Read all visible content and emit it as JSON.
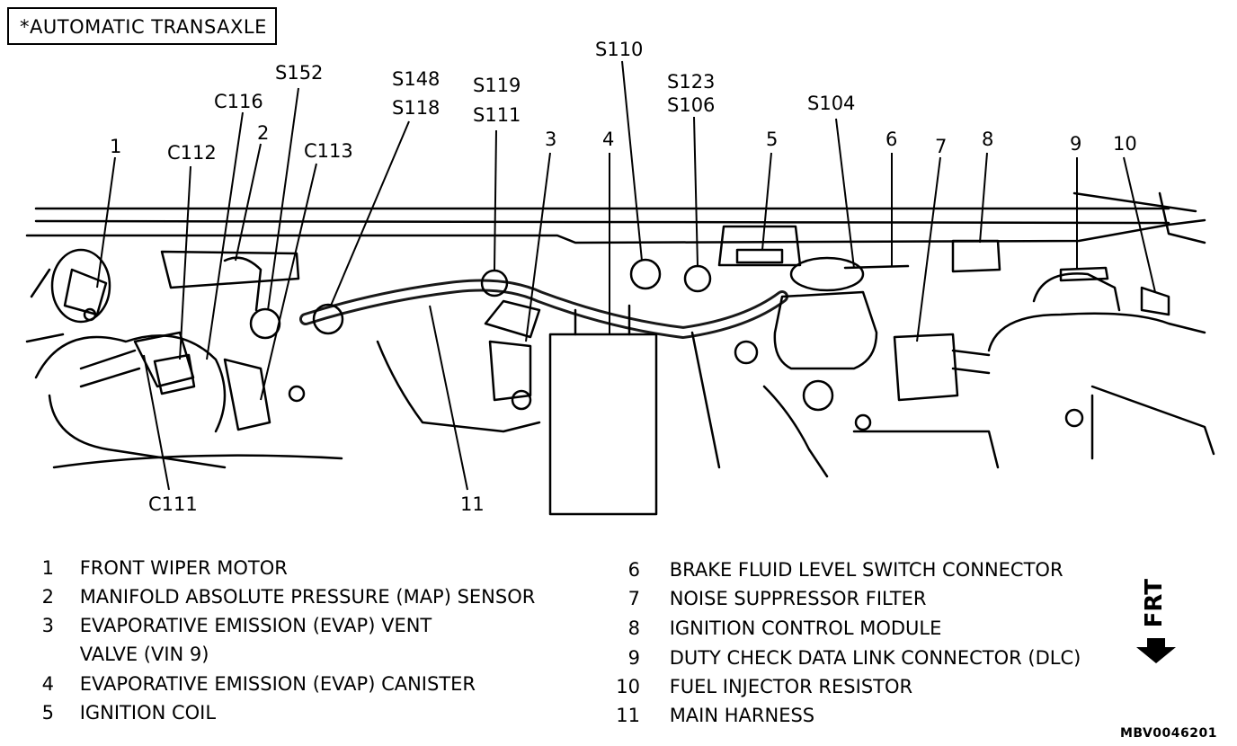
{
  "note": "*AUTOMATIC TRANSAXLE",
  "callouts": {
    "c1": "1",
    "c2": "2",
    "c3": "3",
    "c4": "4",
    "c5": "5",
    "c6": "6",
    "c7": "7",
    "c8": "8",
    "c9": "9",
    "c10": "10",
    "c11": "11",
    "c112": "C112",
    "c116": "C116",
    "s152": "S152",
    "c113": "C113",
    "s148": "S148",
    "s118": "S118",
    "s119": "S119",
    "s111": "S111",
    "s110": "S110",
    "s123": "S123",
    "s106": "S106",
    "s104": "S104",
    "c111": "C111"
  },
  "legend_left": [
    {
      "num": "1",
      "text": "FRONT WIPER MOTOR"
    },
    {
      "num": "2",
      "text": "MANIFOLD ABSOLUTE PRESSURE (MAP) SENSOR"
    },
    {
      "num": "3",
      "text": "EVAPORATIVE EMISSION (EVAP) VENT"
    },
    {
      "num": "",
      "text": "VALVE (VIN 9)"
    },
    {
      "num": "4",
      "text": "EVAPORATIVE EMISSION (EVAP) CANISTER"
    },
    {
      "num": "5",
      "text": "IGNITION COIL"
    }
  ],
  "legend_right": [
    {
      "num": "6",
      "text": "BRAKE FLUID LEVEL SWITCH CONNECTOR"
    },
    {
      "num": "7",
      "text": "NOISE SUPPRESSOR FILTER"
    },
    {
      "num": "8",
      "text": "IGNITION CONTROL MODULE"
    },
    {
      "num": "9",
      "text": "DUTY CHECK DATA LINK CONNECTOR (DLC)"
    },
    {
      "num": "10",
      "text": "FUEL INJECTOR RESISTOR"
    },
    {
      "num": "11",
      "text": "MAIN HARNESS"
    }
  ],
  "direction_label": "FRT",
  "figure_code": "MBV0046201",
  "colors": {
    "ink": "#000000",
    "paper": "#ffffff"
  }
}
